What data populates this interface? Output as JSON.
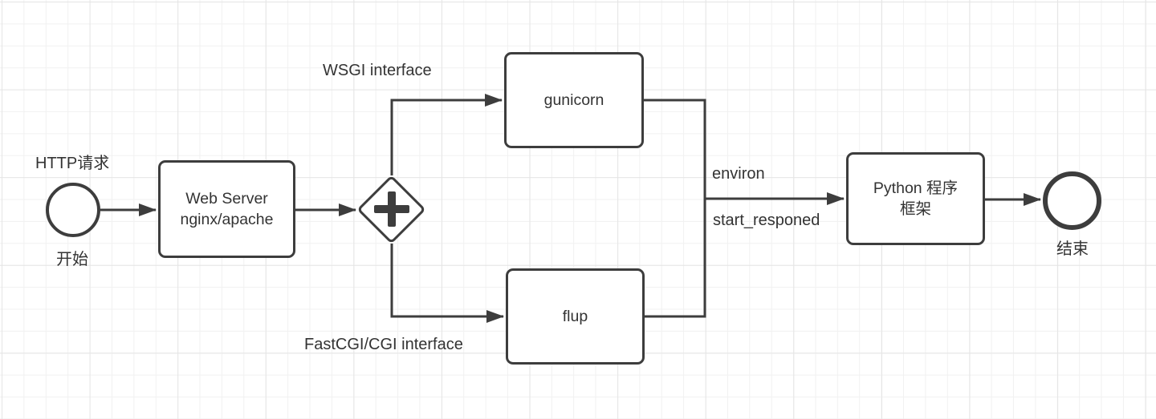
{
  "diagram": {
    "title_hint": "WSGI request flow diagram",
    "colors": {
      "stroke": "#3d3d3d",
      "text": "#333333",
      "background": "#ffffff",
      "grid_minor": "#f1f1f1",
      "grid_major": "#e5e5e5"
    },
    "nodes": {
      "start": {
        "label_above": "HTTP请求",
        "label_below": "开始"
      },
      "web_server": {
        "line1": "Web Server",
        "line2": "nginx/apache"
      },
      "gateway": {
        "symbol": "plus"
      },
      "gunicorn": {
        "label": "gunicorn"
      },
      "flup": {
        "label": "flup"
      },
      "python_framework": {
        "line1": "Python 程序",
        "line2": "框架"
      },
      "end": {
        "label": "结束"
      }
    },
    "edge_labels": {
      "wsgi": "WSGI interface",
      "fastcgi": "FastCGI/CGI interface",
      "environ": "environ",
      "start_responed": "start_responed"
    }
  }
}
